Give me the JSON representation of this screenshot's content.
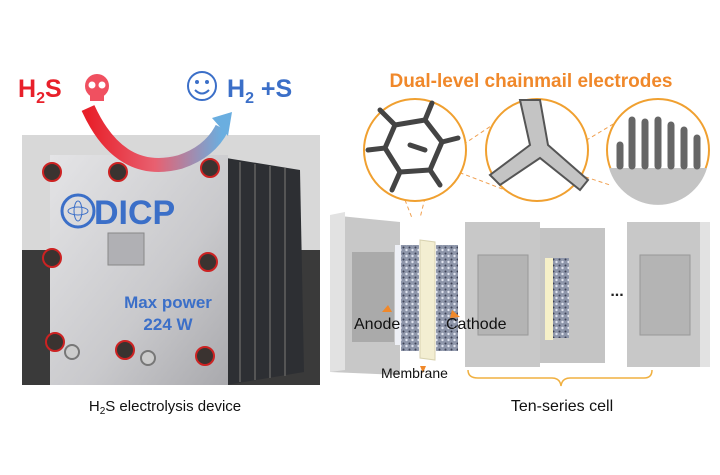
{
  "left": {
    "reactant": {
      "main": "H",
      "sub": "2",
      "tail": "S"
    },
    "product": {
      "main": "H",
      "sub": "2",
      "tail": " +S"
    },
    "logo_text": "DICP",
    "power_line1": "Max power",
    "power_line2": "224 W",
    "caption": {
      "main": "H",
      "sub": "2",
      "tail": "S electrolysis device"
    }
  },
  "right": {
    "title": "Dual-level chainmail electrodes",
    "anode": "Anode",
    "cathode": "Cathode",
    "membrane": "Membrane",
    "ellipsis": "...",
    "caption": "Ten-series cell"
  },
  "colors": {
    "red": "#e8202a",
    "blue": "#3b6fc8",
    "orange": "#f0882a",
    "plate": "#c8c8c8"
  }
}
